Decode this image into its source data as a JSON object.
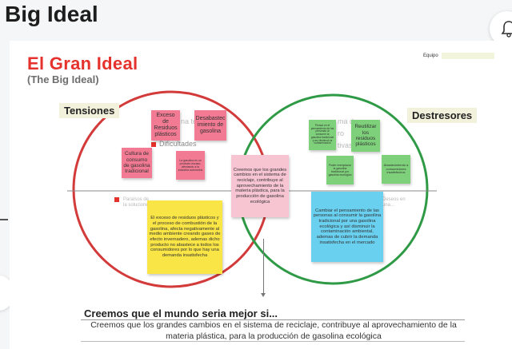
{
  "header": {
    "title": "Big Ideal"
  },
  "board": {
    "title": "El Gran Ideal",
    "subtitle": "(The Big Ideal)",
    "team_label": "Equipo",
    "tensions_label": "Tensiones",
    "stressors_label": "Destresores",
    "colors": {
      "left_circle": "#d33a3a",
      "right_circle": "#2f9a45",
      "title": "#e5322d"
    }
  },
  "left_notes": {
    "exceso": "Exceso de Residuos plásticos",
    "desabastecimiento": "Desabastec imiento de gasolina",
    "cultura": "Cultura de consumo de gasolina tradicional",
    "small_pink": "La gasolina es un producto escaso, afectando a la industria automotriz",
    "yellow": "El exceso de residuos plásticos y el proceso de combustión de la gasolina, afecta negativamente al medio ambiente creando gases de efecto invernadero, ademas dicho producto no abastece a todos los consumidores por lo que hay una demanda insatisfecha"
  },
  "left_faint": {
    "te": "na te",
    "dificultades": "Dificultades",
    "bottom": "Paraísos de la soluciones"
  },
  "center_note": "Creemos que los grandes cambios en el sistema de reciclaje, contribuye al aprovechamiento de la materia plástica, para la producción de gasolina ecológica",
  "right_notes": {
    "green_small": "Pensar en el pensamiento de las personas al consumir la gasolina tradicional y así disminuir la contaminación",
    "reutilizar": "Reutilizar los residuos plásticos",
    "green_mid": "Poder reemplazar la gasolina tradicional por gasolina ecológica",
    "abastecimiento": "Abastecimiento a consumidores insatisfechos",
    "blue": "Cambiar el pensamiento de las personas al consumir la gasolina tradicional por una gasolina ecológica y así disminuir la contaminación ambiental, ademas de cubrir la demanda insatisfecha en el mercado"
  },
  "right_faint": {
    "a": "ma de",
    "b": "ro",
    "c": "tivas",
    "bottom": "Deseos en una..."
  },
  "belief": {
    "heading": "Creemos que el mundo seria mejor si...",
    "text": "Creemos que los grandes cambios en el sistema de reciclaje, contribuye al aprovechamiento de la materia plástica, para la producción de gasolina ecológica"
  },
  "icons": [
    "bell-icon"
  ]
}
